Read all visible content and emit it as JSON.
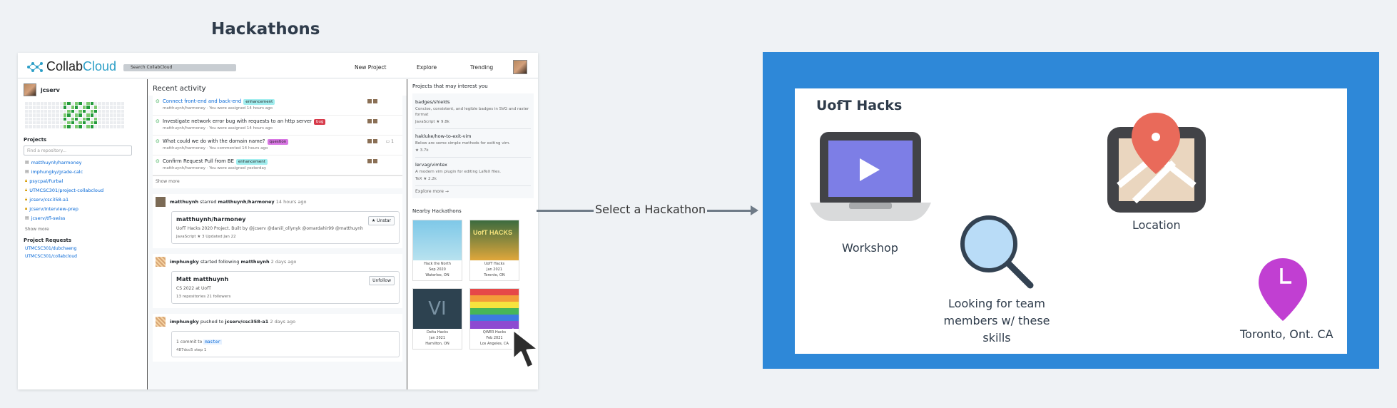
{
  "heading": "Hackathons",
  "screenshot": {
    "logo_main": "Collab",
    "logo_accent": "Cloud",
    "search_placeholder": "Search CollabCloud",
    "nav": [
      "New Project",
      "Explore",
      "Trending"
    ],
    "user": "jcserv",
    "projects_title": "Projects",
    "repo_search_placeholder": "Find a repository...",
    "repos": [
      {
        "name": "matthuynh/harmoney",
        "locked": false
      },
      {
        "name": "imphungky/grade-calc",
        "locked": false
      },
      {
        "name": "psycpal/Furbal",
        "locked": true
      },
      {
        "name": "UTMCSC301/project-collabcloud",
        "locked": true
      },
      {
        "name": "jcserv/csc358-a1",
        "locked": true
      },
      {
        "name": "jcserv/interview-prep",
        "locked": true
      },
      {
        "name": "jcserv/tfl-swiss",
        "locked": false
      }
    ],
    "show_more": "Show more",
    "requests_title": "Project Requests",
    "requests": [
      "UTMCSC301/dubchaeng",
      "UTMCSC301/collabcloud"
    ],
    "recent_title": "Recent activity",
    "activities": [
      {
        "title": "Connect front-end and back-end",
        "tag": "enhancement",
        "tag_color": "#a2eeef",
        "sub": "matthuynh/harmoney  ·  You were assigned 14 hours ago",
        "link": true,
        "count": ""
      },
      {
        "title": "Investigate network error bug with requests to an http server",
        "tag": "bug",
        "tag_color": "#d73a4a",
        "sub": "matthuynh/harmoney  ·  You were assigned 14 hours ago",
        "link": false,
        "count": ""
      },
      {
        "title": "What could we do with the domain name?",
        "tag": "question",
        "tag_color": "#d876e3",
        "sub": "matthuynh/harmoney  ·  You commented 14 hours ago",
        "link": false,
        "count": "1"
      },
      {
        "title": "Confirm Request Pull from BE",
        "tag": "enhancement",
        "tag_color": "#a2eeef",
        "sub": "matthuynh/harmoney  ·  You were assigned yesterday",
        "link": false,
        "count": ""
      }
    ],
    "feed": [
      {
        "actor": "matthuynh",
        "verb": "starred",
        "target": "matthuynh/harmoney",
        "time": "14 hours ago",
        "card_title": "matthuynh/harmoney",
        "card_desc": "UofT Hacks 2020 Project. Built by @jcserv @daniil_ollynyk @omardahir99 @matthuynh",
        "card_meta": "JavaScript   ★ 3   Updated Jan 22",
        "button": "★ Unstar"
      },
      {
        "actor": "imphungky",
        "verb": "started following",
        "target": "matthuynh",
        "time": "2 days ago",
        "card_title": "Matt  matthuynh",
        "card_desc": "CS 2022 at UofT",
        "card_meta": "13 repositories   21 followers",
        "button": "Unfollow"
      },
      {
        "actor": "imphungky",
        "verb": "pushed to",
        "target": "jcserv/csc358-a1",
        "time": "2 days ago",
        "card_title": "",
        "card_desc": "1 commit to master",
        "card_meta": "487dcc5  step 1",
        "button": ""
      }
    ],
    "interest_title": "Projects that may interest you",
    "interest": [
      {
        "name": "badges/shields",
        "desc": "Concise, consistent, and legible badges in SVG and raster format",
        "meta": "JavaScript  ★ 9.8k"
      },
      {
        "name": "hakluke/how-to-exit-vim",
        "desc": "Below are some simple methods for exiting vim.",
        "meta": "★ 3.7k"
      },
      {
        "name": "lervag/vimtex",
        "desc": "A modern vim plugin for editing LaTeX files.",
        "meta": "TeX   ★ 2.2k"
      }
    ],
    "explore_more": "Explore more →",
    "nearby_title": "Nearby Hackathons",
    "hackathons": [
      {
        "name": "Hack the North",
        "date": "Sep 2020",
        "place": "Waterloo, ON"
      },
      {
        "name": "UofT Hacks",
        "date": "Jan 2021",
        "place": "Toronto, ON"
      },
      {
        "name": "Delta Hacks",
        "date": "Jan 2021",
        "place": "Hamilton, ON"
      },
      {
        "name": "QWER Hacks",
        "date": "Feb 2021",
        "place": "Los Angeles, CA"
      }
    ]
  },
  "arrow_label": "Select a Hackathon",
  "detail": {
    "title": "UofT Hacks",
    "workshop": "Workshop",
    "location": "Location",
    "looking_1": "Looking for team",
    "looking_2": "members w/ these skills",
    "city": "Toronto, Ont. CA"
  },
  "colors": {
    "blue_panel": "#2e88d8",
    "pin_red": "#e96a5a",
    "pin_purple": "#c13fd2",
    "laptop_screen": "#7d7ee6"
  }
}
